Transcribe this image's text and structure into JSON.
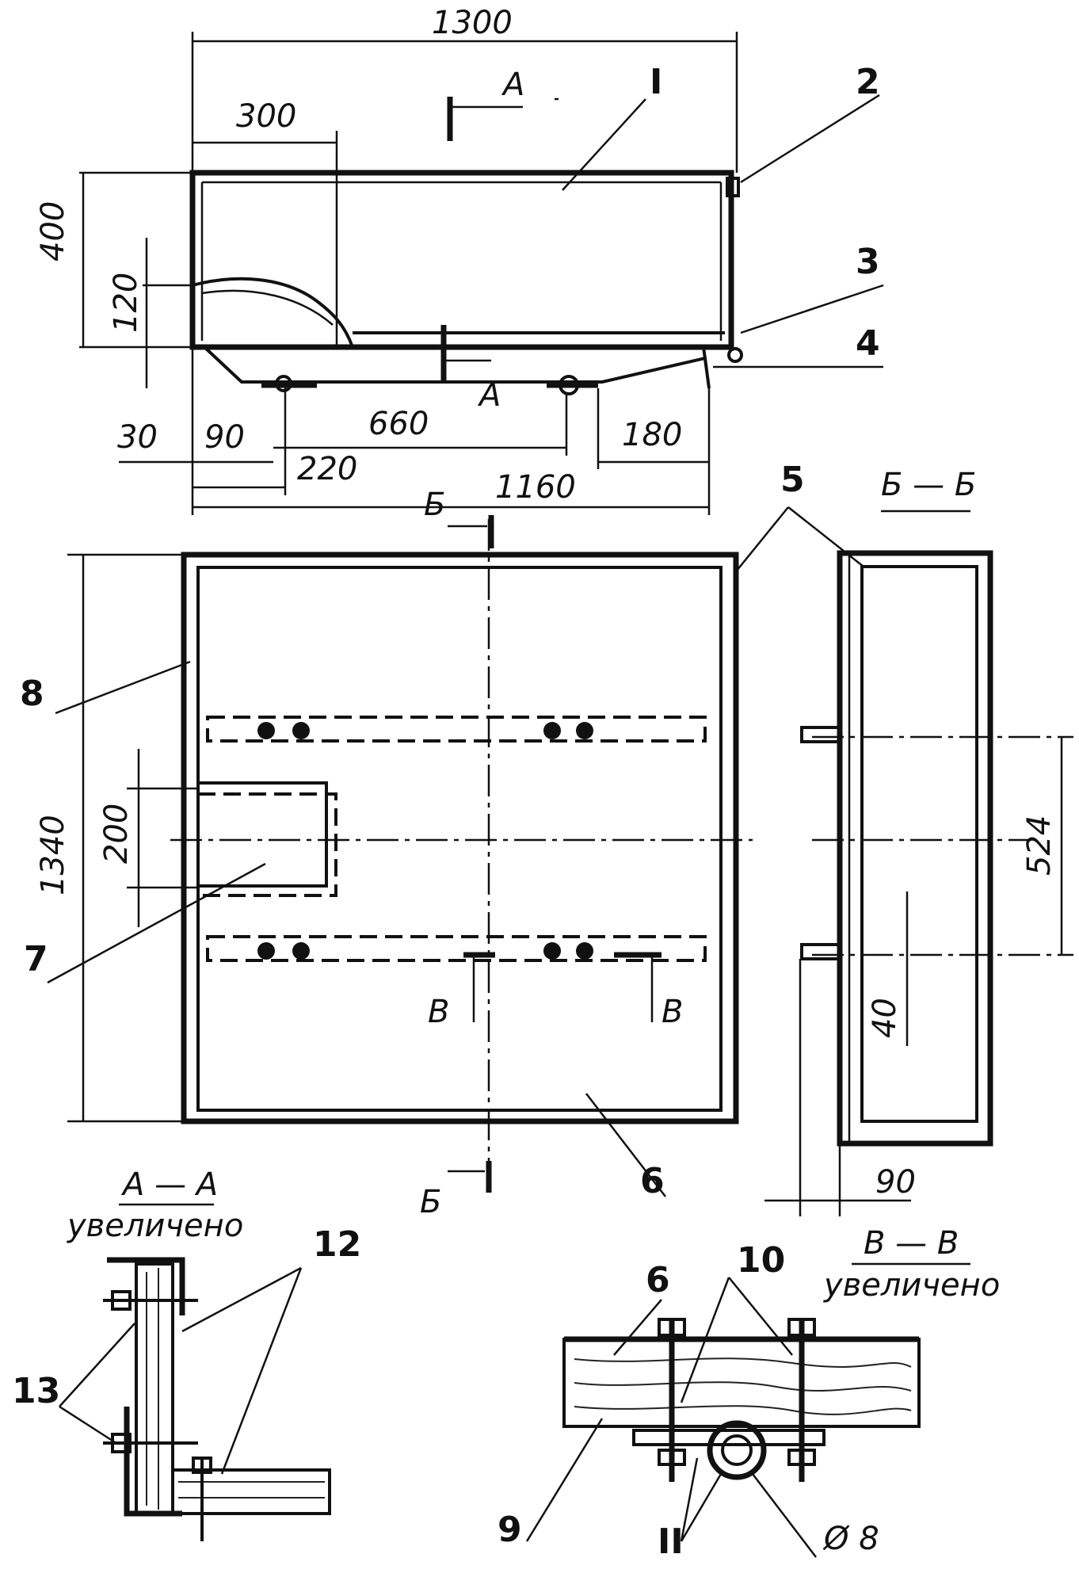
{
  "dimensions": {
    "d1300": "1300",
    "d300": "300",
    "d400": "400",
    "d120": "120",
    "d30": "30",
    "d90a": "90",
    "d660": "660",
    "d180": "180",
    "d220": "220",
    "d1160": "1160",
    "d1340": "1340",
    "d200": "200",
    "d524": "524",
    "d40": "40",
    "d90b": "90",
    "d8": "Ø 8"
  },
  "parts": {
    "p1": "I",
    "p2": "2",
    "p3": "3",
    "p4": "4",
    "p5": "5",
    "p6": "6",
    "p6b": "6",
    "p7": "7",
    "p8": "8",
    "p9": "9",
    "p10": "10",
    "p11": "II",
    "p12": "12",
    "p13": "13"
  },
  "sections": {
    "a_top": "A",
    "a_bottom": "A",
    "b_top": "Б",
    "b_bottom": "Б",
    "bb_title": "Б — Б",
    "v_left": "В",
    "v_right": "В",
    "aa_title": "А — А",
    "aa_note": "увеличено",
    "vv_title": "В — В",
    "vv_note": "увеличено"
  }
}
